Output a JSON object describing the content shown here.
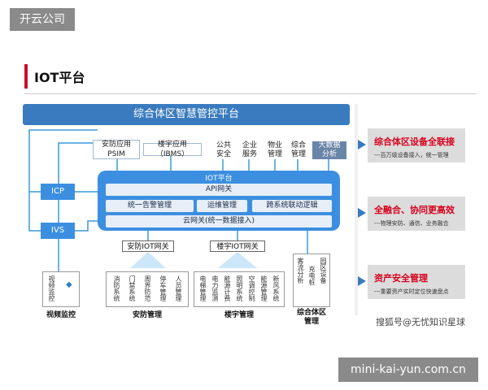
{
  "brand": "开云公司",
  "header": {
    "title": "IOT平台"
  },
  "banner": "综合体区智慧管控平台",
  "apps": {
    "security": "安防应用\nPSIM",
    "building": "楼宇应用（IBMS）",
    "public": "公共\n安全",
    "enterprise": "企业\n服务",
    "property": "物业\n管理",
    "integrated": "综合\n管理",
    "bigdata": "大数据\n分析"
  },
  "iot": {
    "title": "IOT平台",
    "api": "API网关",
    "alarm": "统一告警管理",
    "ops": "运维管理",
    "cross": "跨系统联动逻辑",
    "cloud": "云网关(统一数据接入)"
  },
  "side": {
    "icp": "ICP",
    "ivs": "IVS"
  },
  "gateways": {
    "security": "安防IOT网关",
    "building": "楼宇IOT网关"
  },
  "bottom": {
    "video": {
      "cols": [
        "视频监控"
      ],
      "label": "视频监控"
    },
    "security": {
      "cols": [
        "消防系统",
        "门禁系统",
        "周界防范",
        "停车管理",
        "人员管理"
      ],
      "label": "安防管理"
    },
    "building": {
      "cols": [
        "电梯管理",
        "电力监测",
        "能源计费",
        "照明系统",
        "空调控制",
        "能源管理",
        "新风系统"
      ],
      "label": "楼宇管理"
    },
    "complex": {
      "cols": [
        "客流分析",
        "充电桩",
        "园区设备"
      ],
      "label": "综合体区\n管理"
    }
  },
  "right": [
    {
      "title": "综合体区设备全联接",
      "sub": "---百万级设备接入，统一管理"
    },
    {
      "title": "全融合、协同更高效",
      "sub": "---物理安防、通信、业务融合"
    },
    {
      "title": "资产安全管理",
      "sub": "---重要资产实时定位快速盘点"
    }
  ],
  "watermark": {
    "sohu": "搜狐号@无忧知识星球",
    "site": "mini-kai-yun.com.cn"
  },
  "colors": {
    "accent_red": "#c8102e",
    "primary_blue": "#3c8fe0",
    "banner_blue": "#3a7bbf",
    "highlight_red": "#d6001c"
  }
}
